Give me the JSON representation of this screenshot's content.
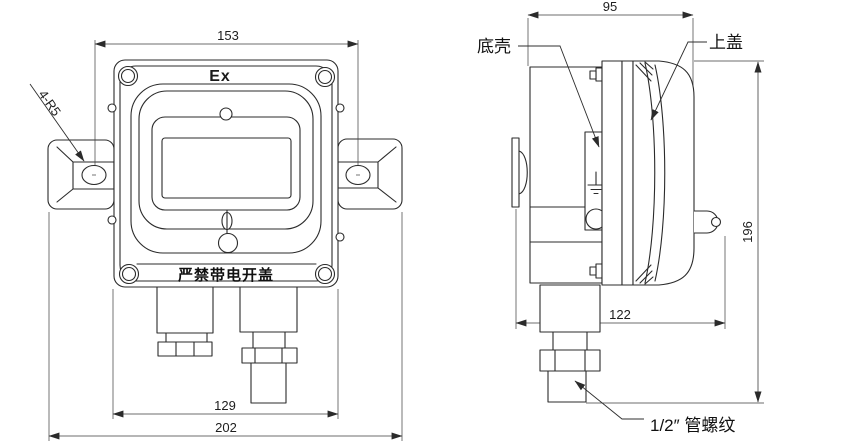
{
  "drawing": {
    "front_view": {
      "ex_marking": "Ex",
      "warning_label": "严禁带电开盖",
      "dims": {
        "mount_hole_spacing": "153",
        "body_width": "129",
        "overall_width": "202"
      },
      "callouts": {
        "mount_slot_radius": "4-R5"
      }
    },
    "side_view": {
      "labels": {
        "bottom_shell": "底壳",
        "top_cover": "上盖",
        "pipe_thread": "1/2″ 管螺纹"
      },
      "dims": {
        "depth": "95",
        "overall_height": "196",
        "mount_depth": "122"
      }
    }
  }
}
